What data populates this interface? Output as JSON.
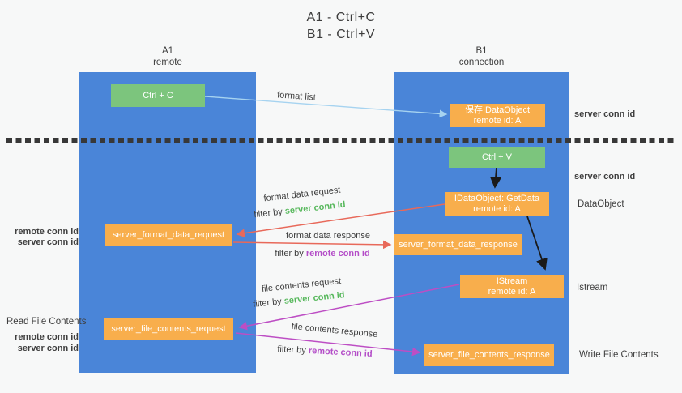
{
  "title": {
    "line1": "A1 - Ctrl+C",
    "line2": "B1 - Ctrl+V"
  },
  "lanes": {
    "left": {
      "name": "A1",
      "type": "remote"
    },
    "right": {
      "name": "B1",
      "type": "connection"
    }
  },
  "nodes": {
    "ctrl_c": {
      "label": "Ctrl + C"
    },
    "ctrl_v": {
      "label": "Ctrl + V"
    },
    "save_idataobject": {
      "line1": "保存IDataObject",
      "line2": "remote id: A"
    },
    "getdata": {
      "line1": "IDataObject::GetData",
      "line2": "remote id: A"
    },
    "istream": {
      "line1": "IStream",
      "line2": "remote id: A"
    },
    "format_request": {
      "label": "server_format_data_request"
    },
    "format_response": {
      "label": "server_format_data_response"
    },
    "file_request": {
      "label": "server_file_contents_request"
    },
    "file_response": {
      "label": "server_file_contents_response"
    }
  },
  "arrow_labels": {
    "format_list": "format list",
    "format_data_request": "format data request",
    "format_data_response": "format data response",
    "file_contents_request": "file contents request",
    "file_contents_response": "file contents response",
    "filter_by": "filter by ",
    "server_conn_id": "server conn id",
    "remote_conn_id": "remote conn id"
  },
  "side_labels": {
    "left": {
      "remote_conn_id_1": "remote conn id",
      "server_conn_id_1": "server conn id",
      "read_file_contents": "Read File Contents",
      "remote_conn_id_2": "remote conn id",
      "server_conn_id_2": "server conn id"
    },
    "right": {
      "server_conn_id_1": "server conn id",
      "server_conn_id_2": "server conn id",
      "dataobject": "DataObject",
      "istream": "Istream",
      "write_file_contents": "Write File Contents"
    }
  },
  "colors": {
    "lane_blue": "#4a85d8",
    "node_orange": "#f8ae4c",
    "node_green": "#7cc57d",
    "green_text": "#57b85c",
    "purple_text": "#b44ec8",
    "salmon_arrow": "#e8695a",
    "magenta_arrow": "#bd4ec4",
    "lightblue_arrow": "#a6d3f0",
    "black_arrow": "#1a1a1a",
    "dark_text": "#3f3f3f"
  }
}
